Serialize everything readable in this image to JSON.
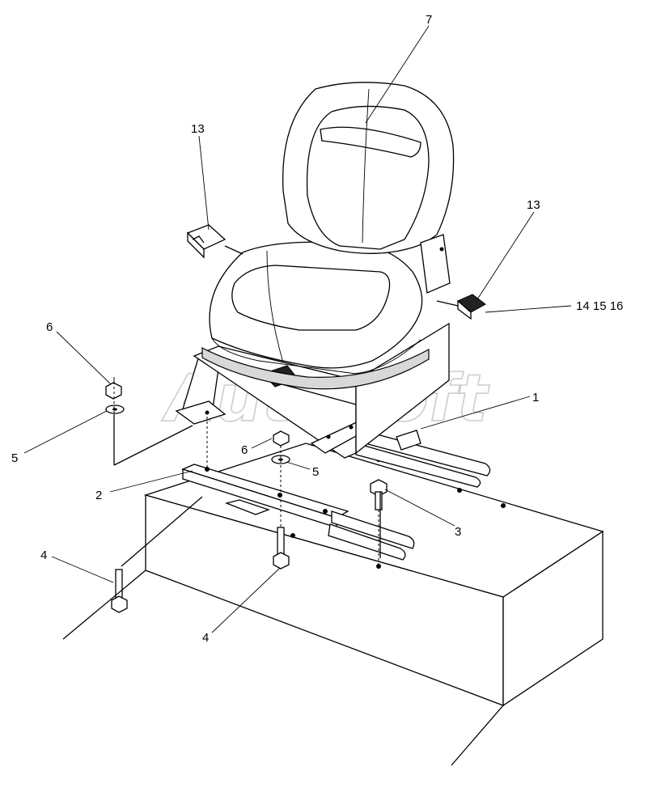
{
  "watermark": "AutoSoft",
  "callouts": {
    "seat": "7",
    "switch_left": "13",
    "switch_right": "13",
    "belt_parts": "14  15  16",
    "nut_left": "6",
    "washer_left": "5",
    "slide_rail": "1",
    "mount_plate": "2",
    "nut_center": "6",
    "washer_center": "5",
    "bolt_right": "3",
    "bolt_left": "4",
    "bolt_center": "4"
  }
}
